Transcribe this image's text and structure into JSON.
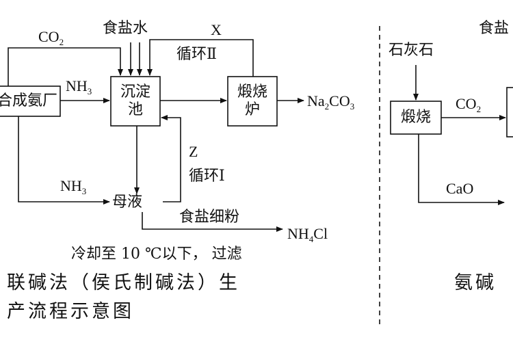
{
  "left": {
    "boxes": {
      "ammonia_plant": "合成氨厂",
      "settling_tank": "沉淀池",
      "furnace": "煅烧炉"
    },
    "labels": {
      "co2": "CO",
      "co2_sub": "2",
      "brine": "食盐水",
      "x": "X",
      "cycle2": "循环Ⅱ",
      "nh3_top": "NH",
      "nh3_top_sub": "3",
      "na2co3_a": "Na",
      "na2co3_sub1": "2",
      "na2co3_b": "CO",
      "na2co3_sub2": "3",
      "z": "Z",
      "cycle1": "循环Ⅰ",
      "nh3_bottom": "NH",
      "nh3_bottom_sub": "3",
      "mother_liquor": "母液",
      "salt_powder": "食盐细粉",
      "nh4cl_a": "NH",
      "nh4cl_sub": "4",
      "nh4cl_b": "Cl",
      "cooling": "冷却至 10 ℃以下， 过滤"
    },
    "caption_line1": "联碱法（侯氏制碱法）生",
    "caption_line2": "产流程示意图"
  },
  "right": {
    "boxes": {
      "calcine": "煅烧"
    },
    "labels": {
      "brine_partial": "食盐",
      "limestone": "石灰石",
      "co2": "CO",
      "co2_sub": "2",
      "cao": "CaO"
    },
    "caption_partial": "氨碱"
  }
}
